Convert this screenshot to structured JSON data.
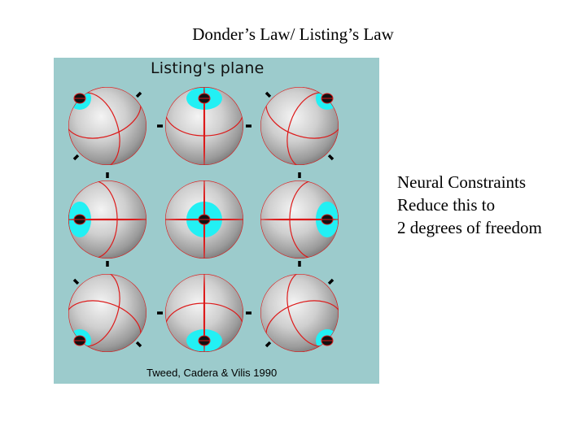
{
  "slide": {
    "title": "Donder’s Law/ Listing’s Law"
  },
  "figure": {
    "plane_label": "Listing's  plane",
    "credit": "Tweed, Cadera & Vilis 1990",
    "colors": {
      "background": "#9ccbcc",
      "pupil_region": "#22f0f4",
      "grid_line": "#dd1a1a",
      "eyeball_highlight": "#f2f2f2",
      "eyeball_shadow": "#6c6c6c"
    },
    "eyes": [
      {
        "row": 1,
        "col": 1,
        "gaze": "up-left"
      },
      {
        "row": 1,
        "col": 2,
        "gaze": "up"
      },
      {
        "row": 1,
        "col": 3,
        "gaze": "up-right"
      },
      {
        "row": 2,
        "col": 1,
        "gaze": "left"
      },
      {
        "row": 2,
        "col": 2,
        "gaze": "straight"
      },
      {
        "row": 2,
        "col": 3,
        "gaze": "right"
      },
      {
        "row": 3,
        "col": 1,
        "gaze": "down-left"
      },
      {
        "row": 3,
        "col": 2,
        "gaze": "down"
      },
      {
        "row": 3,
        "col": 3,
        "gaze": "down-right"
      }
    ]
  },
  "notes": {
    "lines": [
      "Neural Constraints",
      "Reduce this to",
      "2 degrees of freedom"
    ]
  }
}
